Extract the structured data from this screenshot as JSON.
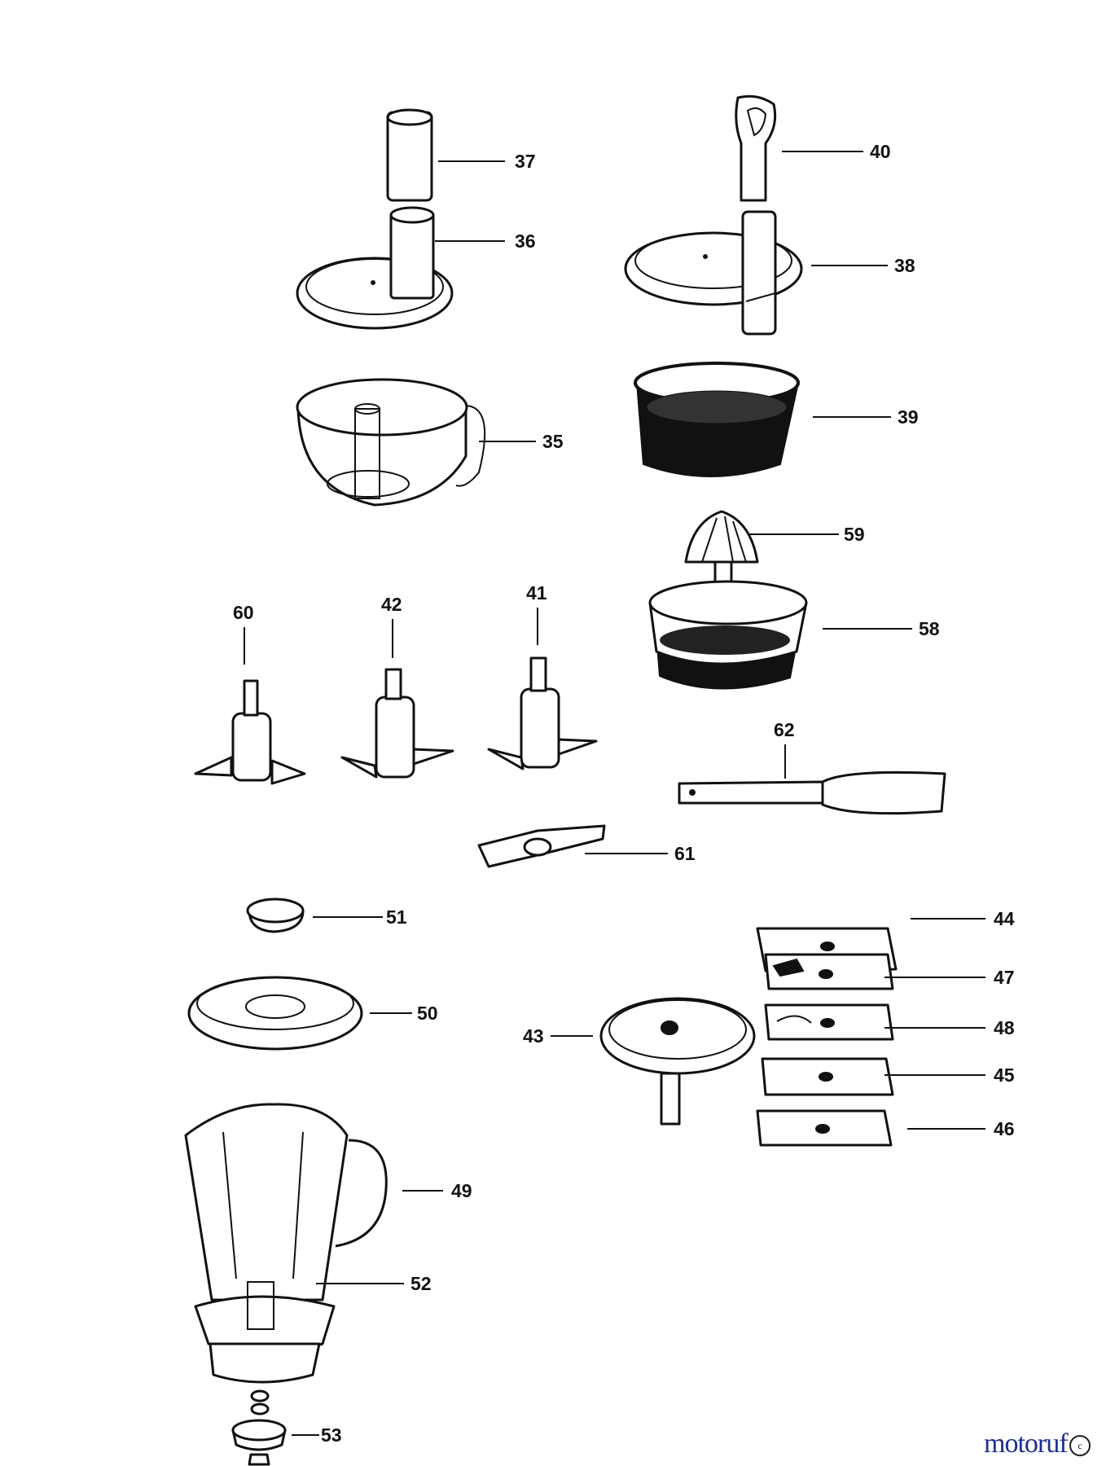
{
  "labels": {
    "p35": "35",
    "p36": "36",
    "p37": "37",
    "p38": "38",
    "p39": "39",
    "p40": "40",
    "p41": "41",
    "p42": "42",
    "p43": "43",
    "p44": "44",
    "p45": "45",
    "p46": "46",
    "p47": "47",
    "p48": "48",
    "p49": "49",
    "p50": "50",
    "p51": "51",
    "p52": "52",
    "p53": "53",
    "p58": "58",
    "p59": "59",
    "p60": "60",
    "p61": "61",
    "p62": "62"
  },
  "logo": {
    "text": "motoruf",
    "mark": "c"
  }
}
